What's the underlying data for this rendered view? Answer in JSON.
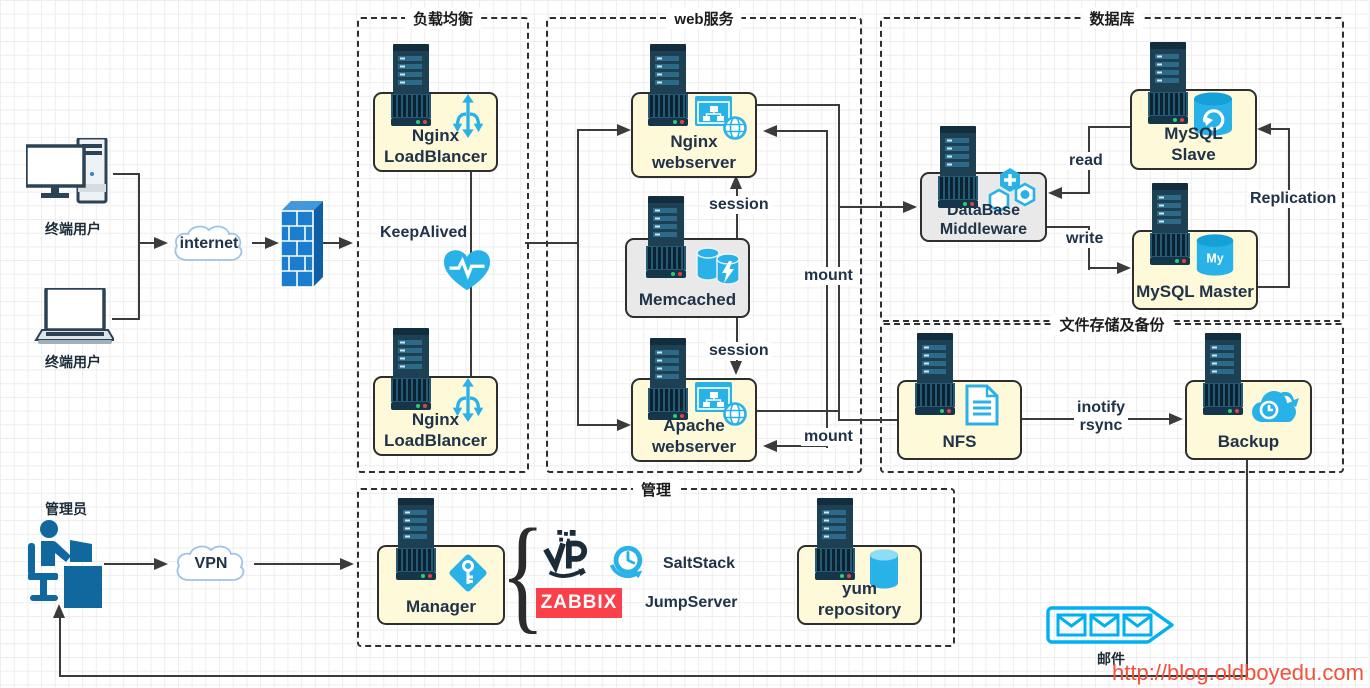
{
  "watermark": {
    "url": "http://blog.oldboyedu.com"
  },
  "groups": {
    "lb": {
      "title": "负载均衡"
    },
    "web": {
      "title": "web服务"
    },
    "db": {
      "title": "数据库"
    },
    "storage": {
      "title": "文件存储及备份"
    },
    "mgmt": {
      "title": "管理"
    }
  },
  "nodes": {
    "nginx_lb_top": {
      "line1": "Nginx",
      "line2": "LoadBlancer"
    },
    "nginx_lb_bottom": {
      "line1": "Nginx",
      "line2": "LoadBlancer"
    },
    "nginx_web": {
      "line1": "Nginx",
      "line2": "webserver"
    },
    "memcached": {
      "line1": "Memcached"
    },
    "apache_web": {
      "line1": "Apache",
      "line2": "webserver"
    },
    "db_middleware": {
      "line1": "DataBase",
      "line2": "Middleware"
    },
    "mysql_slave": {
      "line1": "MySQL",
      "line2": "Slave"
    },
    "mysql_master": {
      "line1": "MySQL Master"
    },
    "nfs": {
      "line1": "NFS"
    },
    "backup": {
      "line1": "Backup"
    },
    "manager": {
      "line1": "Manager"
    },
    "yum_repo": {
      "line1": "yum",
      "line2": "repository"
    }
  },
  "actors": {
    "end_user_desktop": "终端用户",
    "end_user_laptop": "终端用户",
    "admin": "管理员"
  },
  "clouds": {
    "internet": "internet",
    "vpn": "VPN"
  },
  "edge_labels": {
    "keepalived": "KeepAlived",
    "session_top": "session",
    "session_bottom": "session",
    "mount_top": "mount",
    "mount_bottom": "mount",
    "read": "read",
    "write": "write",
    "replication": "Replication",
    "inotify_rsync": "inotify\nrsync",
    "mail": "邮件"
  },
  "management_tools": {
    "brace": "{",
    "zabbix": "ZABBIX",
    "saltstack": "SaltStack",
    "jumpserver": "JumpServer"
  },
  "colors": {
    "node_yellow": "#fdf9d9",
    "node_gray": "#e9e9e9",
    "icon_cyan": "#29b2e8",
    "deep_blue": "#11689e",
    "line": "#3b3b3b",
    "zabbix_red": "#fb4049",
    "url_red": "#f4503a"
  }
}
